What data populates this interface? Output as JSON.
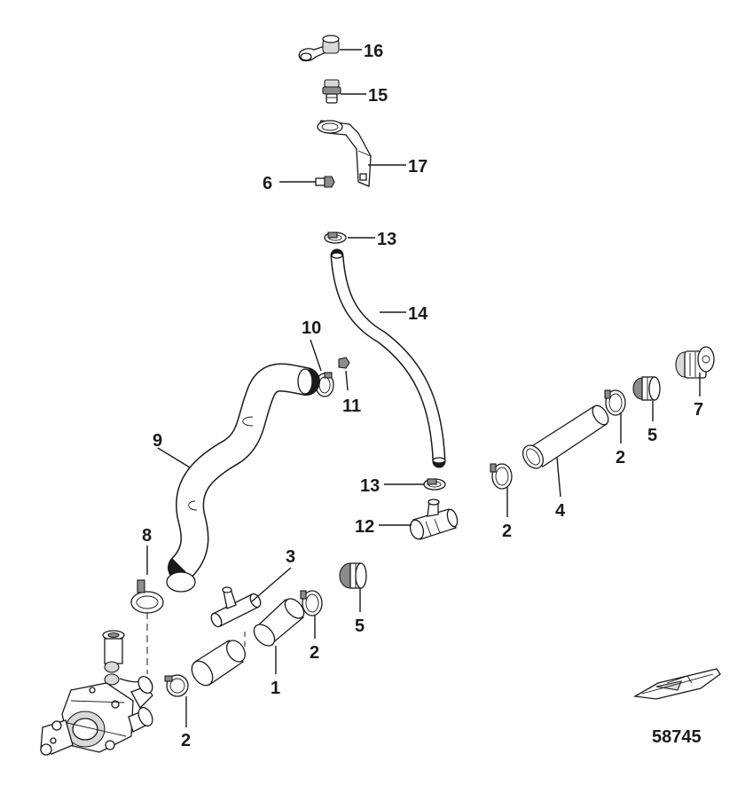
{
  "diagram": {
    "callouts": [
      {
        "id": "c16",
        "text": "16"
      },
      {
        "id": "c15",
        "text": "15"
      },
      {
        "id": "c17",
        "text": "17"
      },
      {
        "id": "c6",
        "text": "6"
      },
      {
        "id": "c13a",
        "text": "13"
      },
      {
        "id": "c14",
        "text": "14"
      },
      {
        "id": "c10",
        "text": "10"
      },
      {
        "id": "c11",
        "text": "11"
      },
      {
        "id": "c9",
        "text": "9"
      },
      {
        "id": "c7",
        "text": "7"
      },
      {
        "id": "c5a",
        "text": "5"
      },
      {
        "id": "c2a",
        "text": "2"
      },
      {
        "id": "c4",
        "text": "4"
      },
      {
        "id": "c13b",
        "text": "13"
      },
      {
        "id": "c12",
        "text": "12"
      },
      {
        "id": "c2b",
        "text": "2"
      },
      {
        "id": "c8",
        "text": "8"
      },
      {
        "id": "c3",
        "text": "3"
      },
      {
        "id": "c5b",
        "text": "5"
      },
      {
        "id": "c2c",
        "text": "2"
      },
      {
        "id": "c1",
        "text": "1"
      },
      {
        "id": "c2d",
        "text": "2"
      }
    ],
    "figure_number": "58745"
  }
}
